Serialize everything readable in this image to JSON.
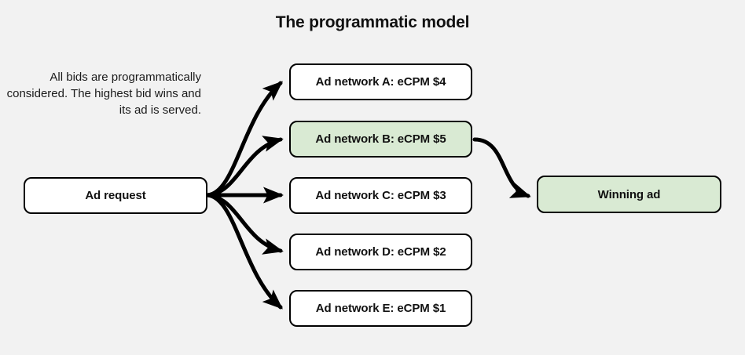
{
  "title": "The programmatic model",
  "description": "All bids are programmatically considered. The highest bid wins and its ad is served.",
  "colors": {
    "background": "#f2f2f2",
    "node_fill": "#ffffff",
    "highlight_fill": "#d9ead3",
    "stroke": "#000000",
    "text": "#111111"
  },
  "nodes": {
    "ad_request": {
      "label": "Ad request",
      "highlighted": false
    },
    "networks": [
      {
        "label": "Ad network A: eCPM $4",
        "highlighted": false
      },
      {
        "label": "Ad network B: eCPM $5",
        "highlighted": true
      },
      {
        "label": "Ad network C: eCPM $3",
        "highlighted": false
      },
      {
        "label": "Ad network D: eCPM $2",
        "highlighted": false
      },
      {
        "label": "Ad network E: eCPM $1",
        "highlighted": false
      }
    ],
    "winning_ad": {
      "label": "Winning ad",
      "highlighted": true
    }
  },
  "connections": [
    {
      "from": "ad_request",
      "to": "network_a",
      "style": "curved-arrow"
    },
    {
      "from": "ad_request",
      "to": "network_b",
      "style": "curved-arrow"
    },
    {
      "from": "ad_request",
      "to": "network_c",
      "style": "straight-arrow"
    },
    {
      "from": "ad_request",
      "to": "network_d",
      "style": "curved-arrow"
    },
    {
      "from": "ad_request",
      "to": "network_e",
      "style": "curved-arrow"
    },
    {
      "from": "network_b",
      "to": "winning_ad",
      "style": "curved-arrow"
    }
  ]
}
